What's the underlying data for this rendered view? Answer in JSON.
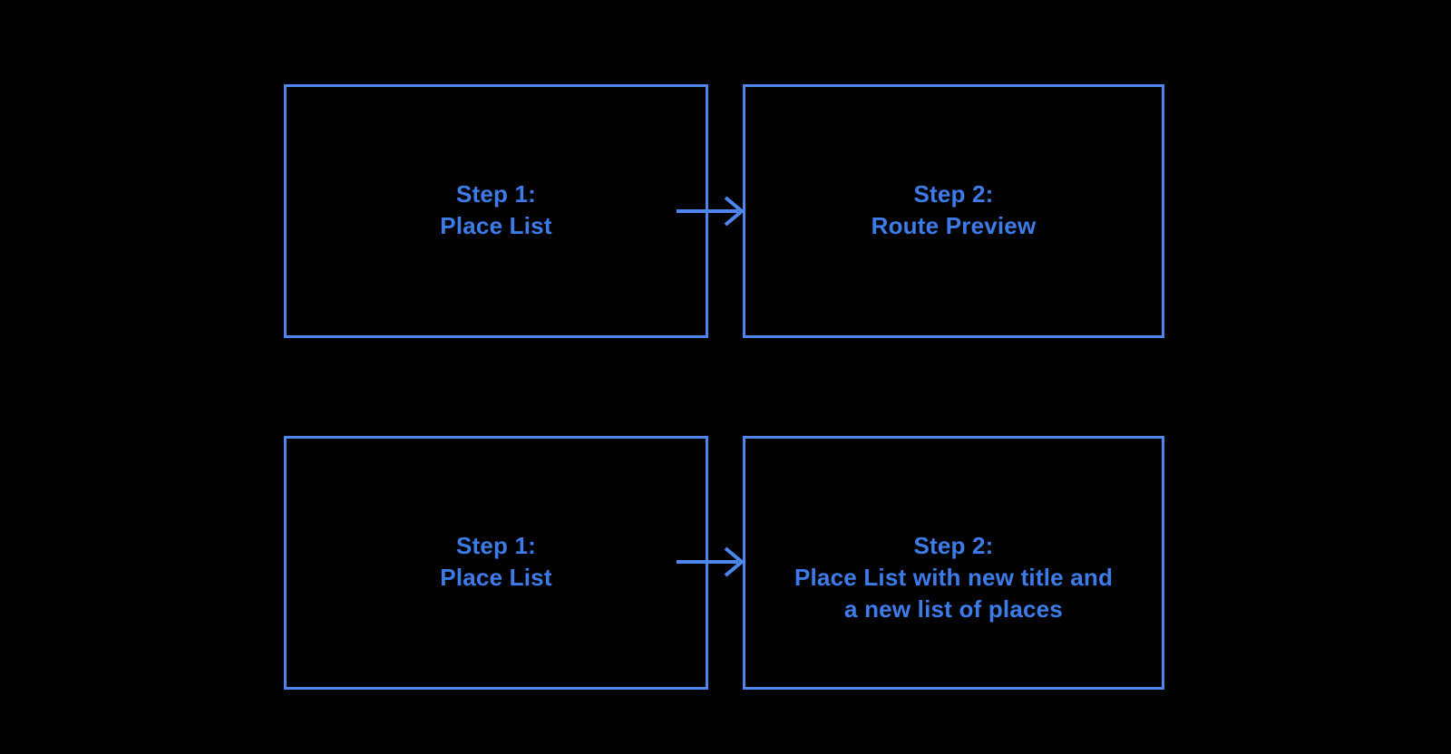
{
  "canvas": {
    "background_color": "#000000",
    "stroke_color": "#4e86ec",
    "text_color": "#3d7ce8"
  },
  "flows": [
    {
      "from": {
        "lines": [
          "Step 1:",
          "Place List"
        ]
      },
      "to": {
        "lines": [
          "Step 2:",
          "Route Preview"
        ]
      },
      "connector": "right-arrow"
    },
    {
      "from": {
        "lines": [
          "Step 1:",
          "Place List"
        ]
      },
      "to": {
        "lines": [
          "Step 2:",
          "Place List with new title and",
          "a new list of places"
        ]
      },
      "connector": "right-arrow"
    }
  ]
}
